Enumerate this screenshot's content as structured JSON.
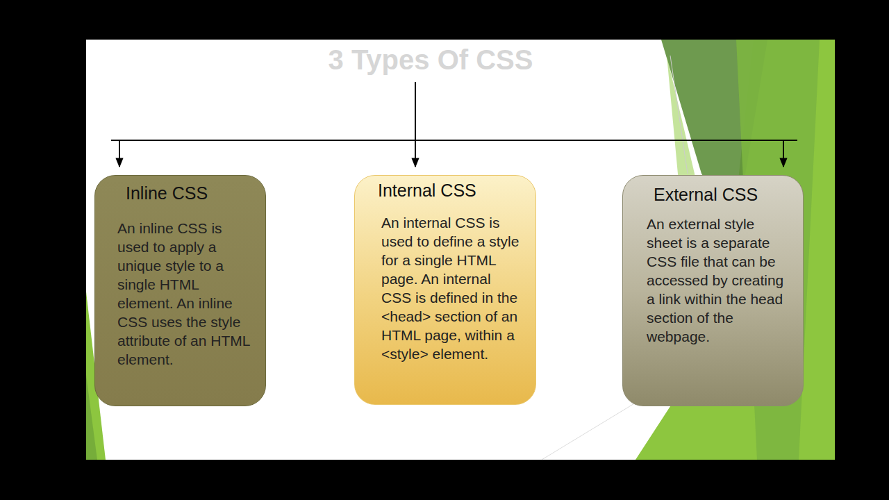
{
  "diagram": {
    "title": "3 Types Of CSS",
    "nodes": [
      {
        "text": [
          "Inline CSS",
          "An inline CSS is used to apply a unique style to a single HTML element. An inline CSS uses the style attribute of an HTML element."
        ]
      },
      {
        "text": [
          "Internal CSS",
          "An internal CSS is used to define a style for a single HTML page. An internal CSS is defined in the <head> section of an HTML page, within a <style> element."
        ]
      },
      {
        "text": [
          "External CSS",
          "An external style sheet is a separate CSS file that can be accessed by creating a link within the head section of the webpage."
        ]
      }
    ]
  }
}
